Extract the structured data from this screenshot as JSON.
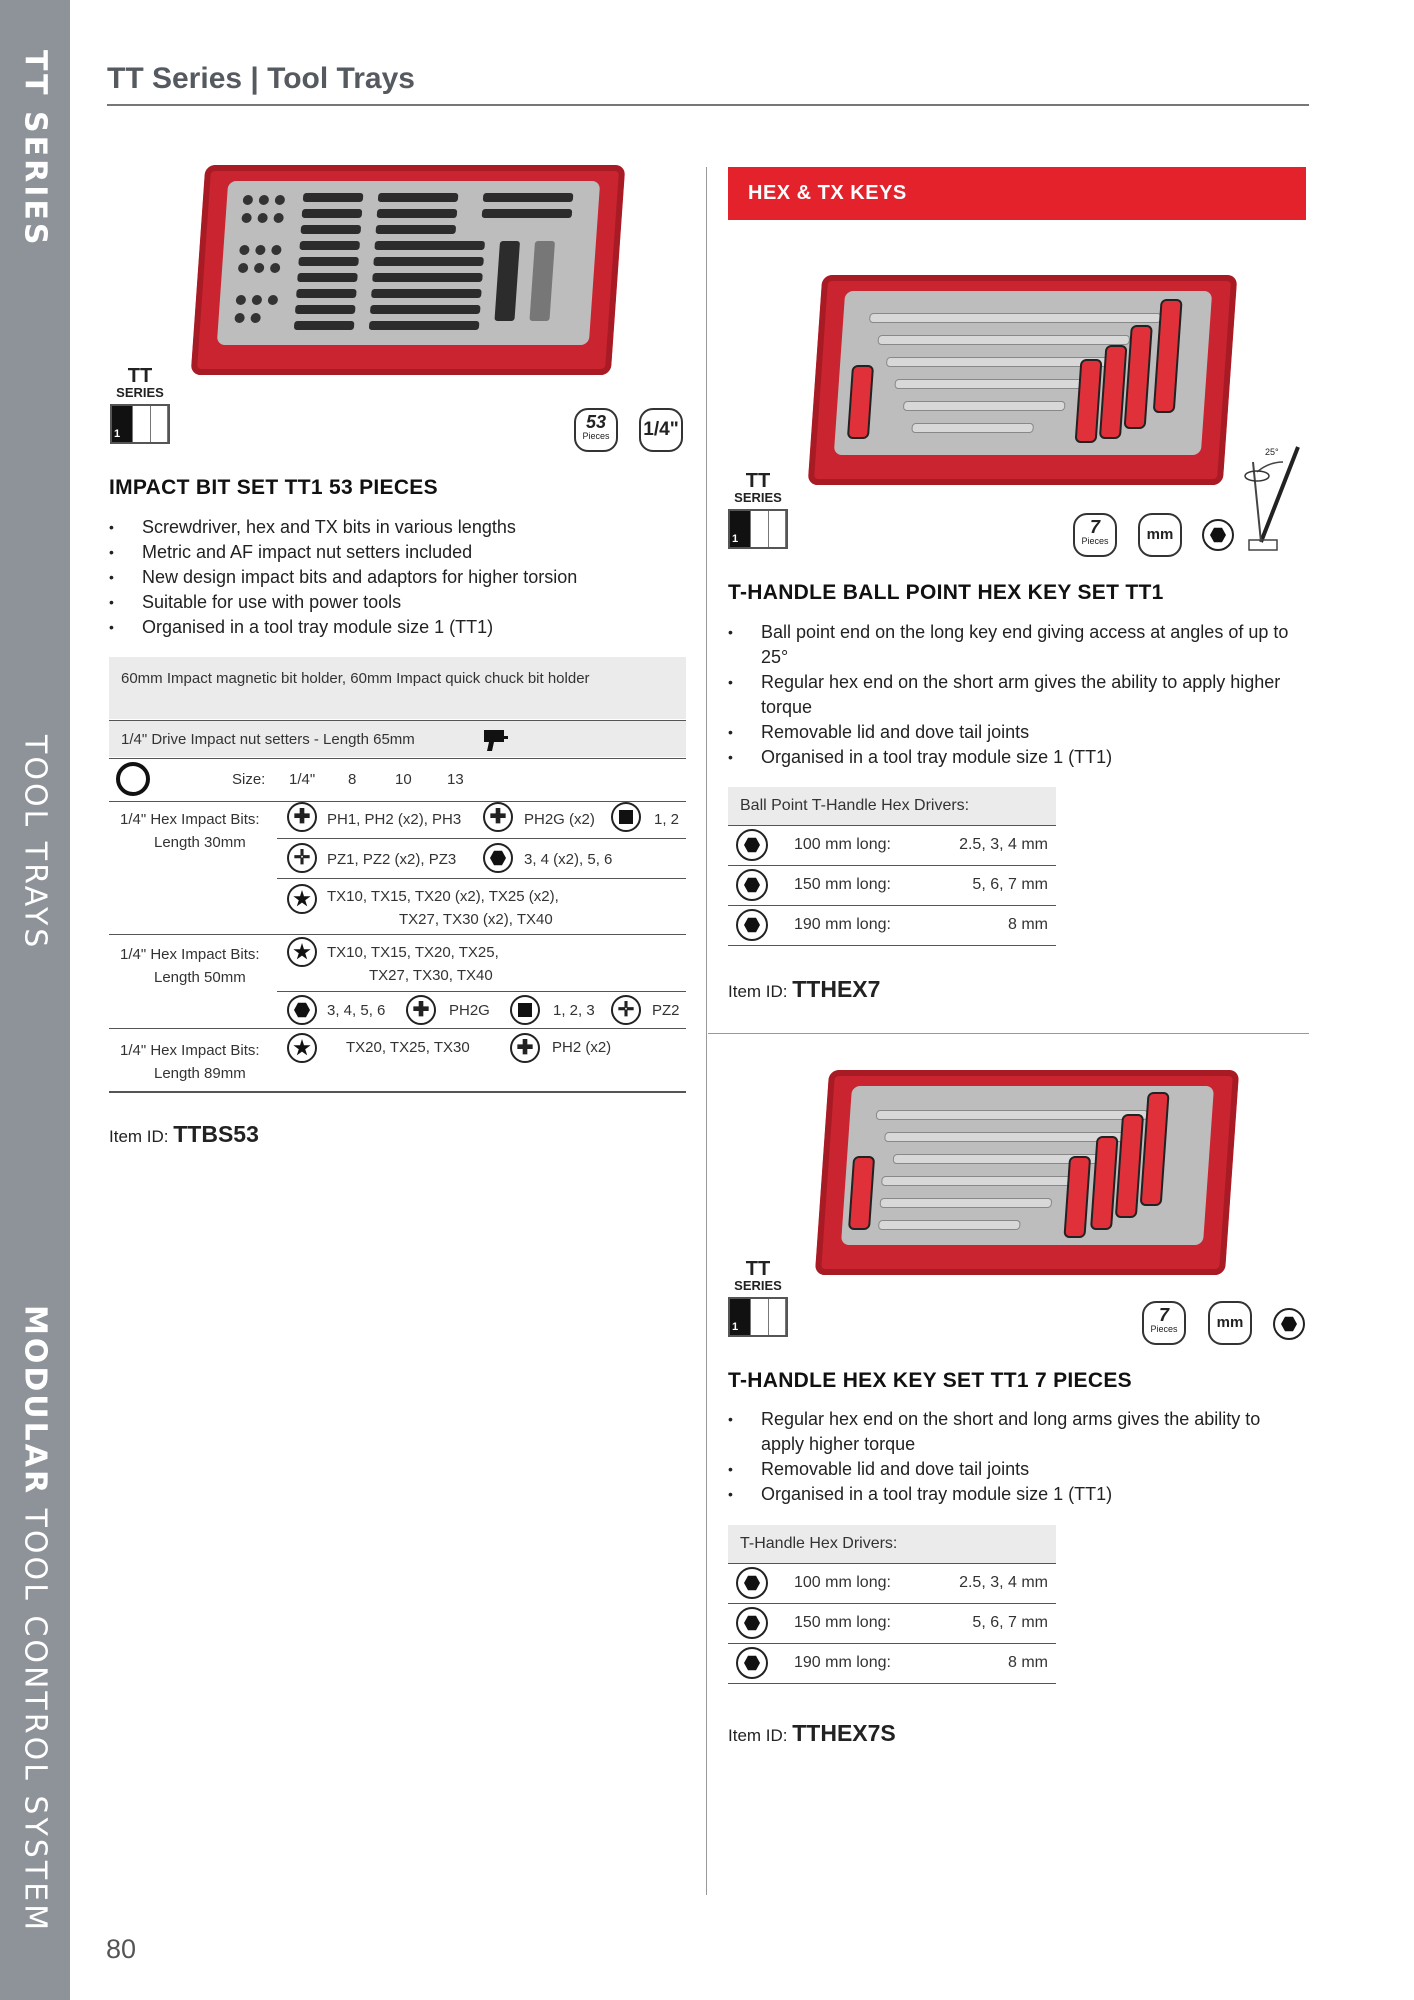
{
  "sidebar": {
    "part1_bold": "TT SERIES",
    "part2": "TOOL TRAYS",
    "part3_bold": "MODULAR",
    "part3_rest": " TOOL CONTROL SYSTEM"
  },
  "header": {
    "title": "TT Series | Tool Trays"
  },
  "page_number": "80",
  "series_logo": {
    "line1": "TT",
    "line2": "SERIES",
    "module": "1"
  },
  "impact_set": {
    "pieces_badge": {
      "number": "53",
      "label": "Pieces"
    },
    "drive_badge": "1/4\"",
    "title": "IMPACT BIT SET TT1 53 PIECES",
    "bullets": [
      "Screwdriver, hex and TX bits in various lengths",
      "Metric and AF impact nut setters included",
      "New design impact bits and adaptors for higher torsion",
      "Suitable for use with power tools",
      "Organised in a tool tray module size 1 (TT1)"
    ],
    "table": {
      "holder_row": "60mm Impact magnetic bit holder, 60mm Impact quick chuck bit holder",
      "nut_row": "1/4\" Drive Impact nut setters - Length 65mm",
      "size_label": "Size:",
      "sizes": [
        "1/4\"",
        "8",
        "10",
        "13"
      ],
      "bits30_label": "1/4\" Hex Impact Bits:",
      "bits30_length": "Length 30mm",
      "bits30_ph": "PH1, PH2 (x2), PH3",
      "bits30_ph2g": "PH2G (x2)",
      "bits30_sq": "1, 2",
      "bits30_pz": "PZ1, PZ2 (x2), PZ3",
      "bits30_hex": "3, 4 (x2), 5, 6",
      "bits30_tx_a": "TX10, TX15, TX20 (x2), TX25 (x2),",
      "bits30_tx_b": "TX27, TX30 (x2), TX40",
      "bits50_label": "1/4\" Hex Impact Bits:",
      "bits50_length": "Length 50mm",
      "bits50_tx_a": "TX10, TX15, TX20, TX25,",
      "bits50_tx_b": "TX27, TX30, TX40",
      "bits50_hex": "3, 4, 5, 6",
      "bits50_ph2g": "PH2G",
      "bits50_sq": "1, 2, 3",
      "bits50_pz": "PZ2",
      "bits89_label": "1/4\" Hex Impact Bits:",
      "bits89_length": "Length 89mm",
      "bits89_tx": "TX20, TX25, TX30",
      "bits89_ph": "PH2 (x2)"
    },
    "item_label": "Item ID:",
    "item_id": "TTBS53"
  },
  "hex_section_title": "HEX & TX KEYS",
  "ballpoint_set": {
    "pieces_badge": {
      "number": "7",
      "label": "Pieces"
    },
    "mm_badge": "mm",
    "angle_label": "25°",
    "title": "T-HANDLE BALL POINT HEX KEY SET TT1",
    "bullets": [
      "Ball point end on the long key end giving access at angles of up to 25°",
      "Regular hex end on the short arm gives the ability to apply higher torque",
      "Removable lid and dove tail joints",
      "Organised in a tool tray module size 1 (TT1)"
    ],
    "table_header": "Ball Point T-Handle Hex Drivers:",
    "rows": [
      {
        "length": "100 mm long:",
        "sizes": "2.5, 3, 4 mm"
      },
      {
        "length": "150 mm long:",
        "sizes": "5, 6, 7 mm"
      },
      {
        "length": "190 mm long:",
        "sizes": "8 mm"
      }
    ],
    "item_label": "Item ID:",
    "item_id": "TTHEX7"
  },
  "hex_set": {
    "pieces_badge": {
      "number": "7",
      "label": "Pieces"
    },
    "mm_badge": "mm",
    "title": "T-HANDLE HEX KEY SET TT1 7 PIECES",
    "bullets": [
      "Regular hex end on the short and long arms gives the ability to apply higher torque",
      "Removable lid and dove tail joints",
      "Organised in a tool tray module size 1 (TT1)"
    ],
    "table_header": "T-Handle Hex Drivers:",
    "rows": [
      {
        "length": "100 mm long:",
        "sizes": "2.5, 3, 4 mm"
      },
      {
        "length": "150 mm long:",
        "sizes": "5, 6, 7 mm"
      },
      {
        "length": "190 mm long:",
        "sizes": "8 mm"
      }
    ],
    "item_label": "Item ID:",
    "item_id": "TTHEX7S"
  }
}
